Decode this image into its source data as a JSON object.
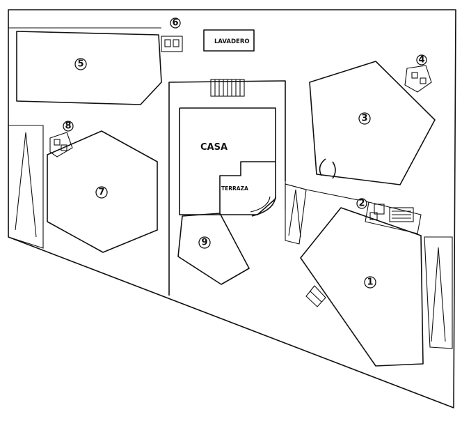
{
  "labels": {
    "casa": "CASA",
    "terraza": "TERRAZA",
    "lavadero": "LAVADERO"
  },
  "zones": [
    "1",
    "2",
    "3",
    "4",
    "5",
    "6",
    "7",
    "8",
    "9"
  ]
}
